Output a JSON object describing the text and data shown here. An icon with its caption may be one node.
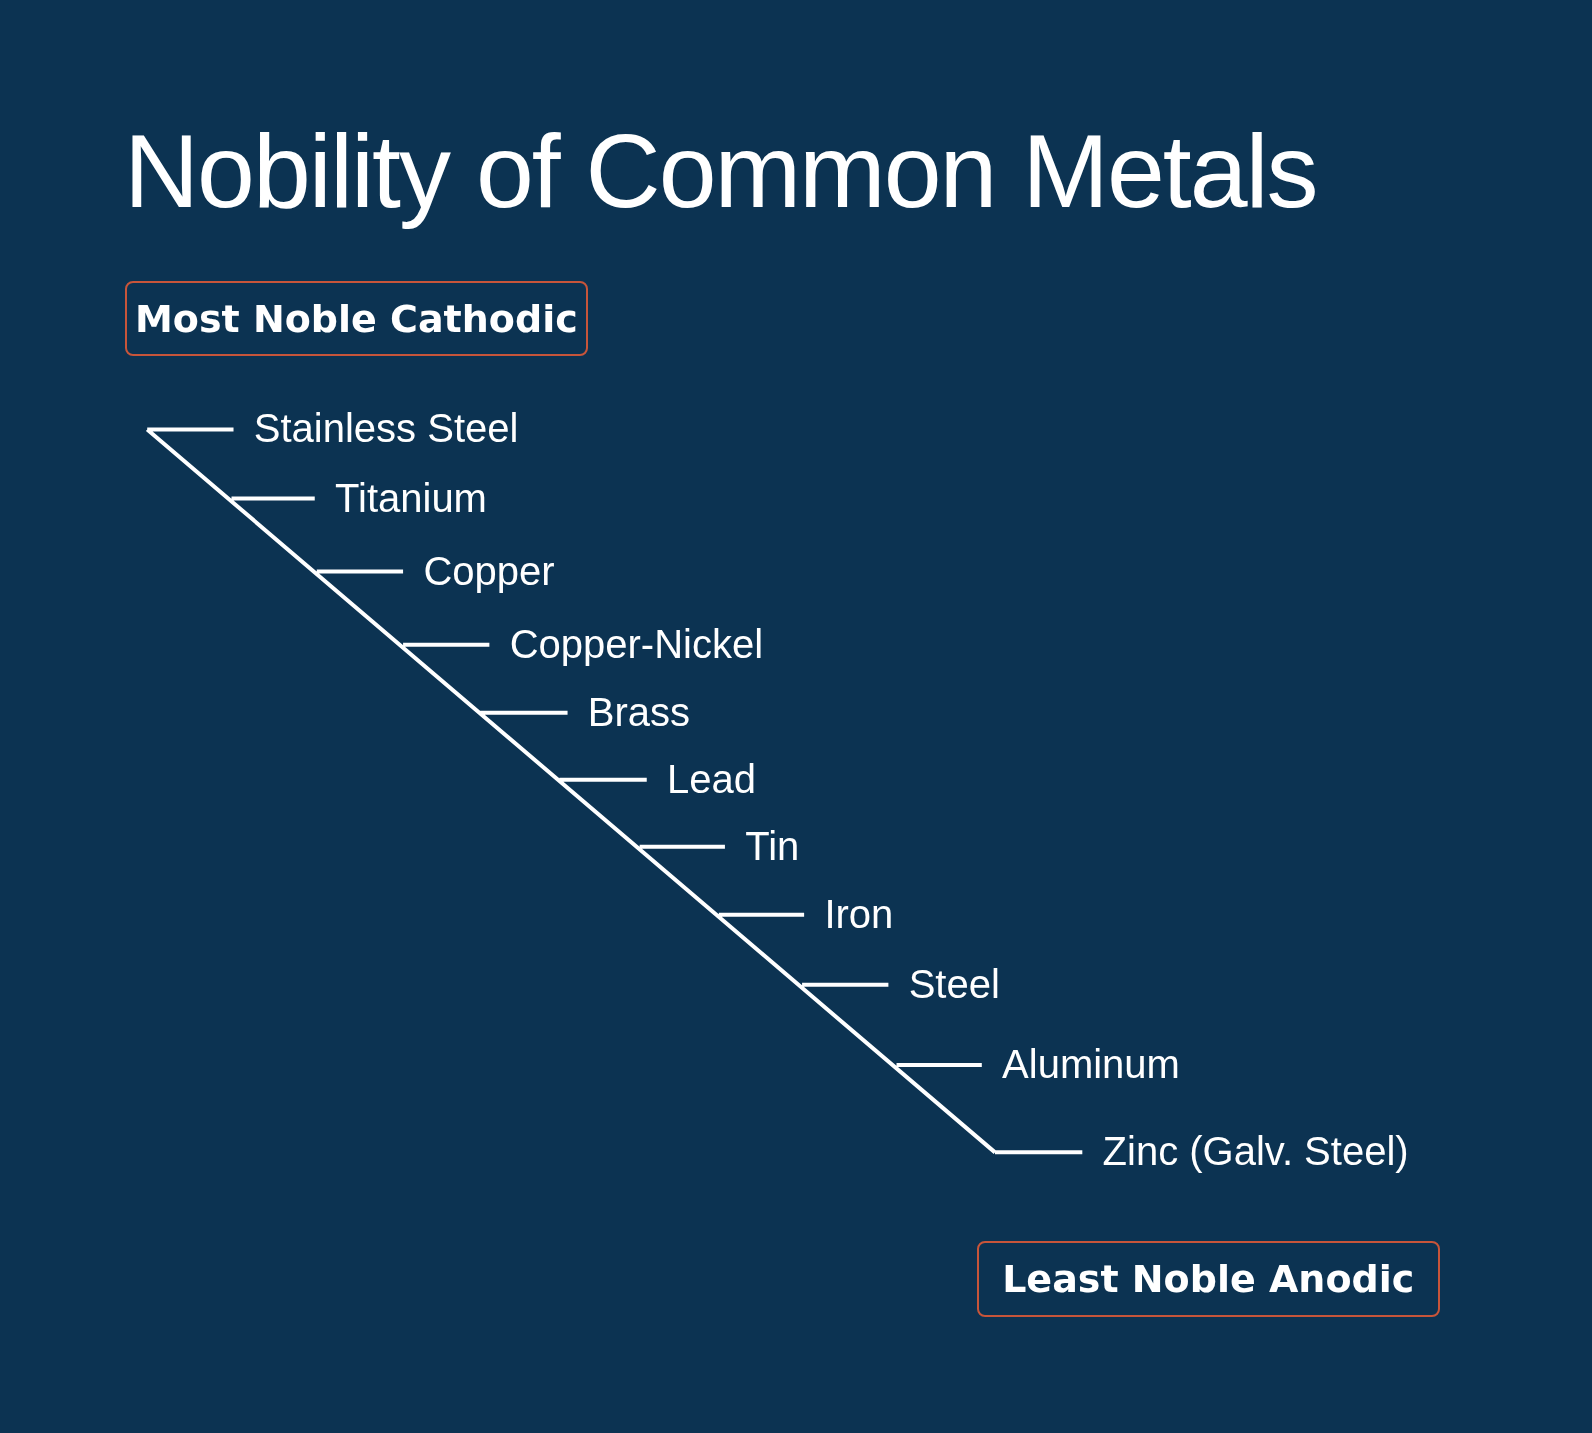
{
  "diagram": {
    "title": "Nobility of Common Metals",
    "nodes": [
      {
        "text": [
          "Most Noble Cathodic"
        ]
      },
      {
        "text": [
          "Least Noble Anodic"
        ]
      }
    ],
    "labels": [
      "Stainless Steel",
      "Titanium",
      "Copper",
      "Copper-Nickel",
      "Brass",
      "Lead",
      "Tin",
      "Iron",
      "Steel",
      "Aluminum",
      "Zinc (Galv. Steel)"
    ]
  }
}
